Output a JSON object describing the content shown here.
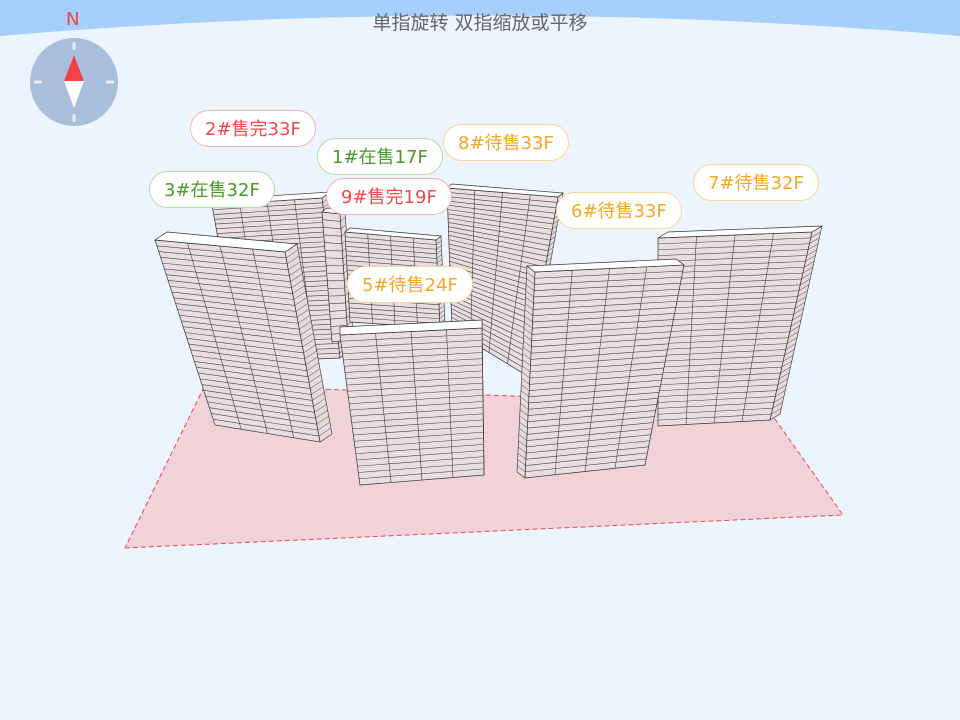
{
  "header": {
    "hint": "单指旋转 双指缩放或平移"
  },
  "compass": {
    "north_label": "N",
    "icon": "compass-icon"
  },
  "colors": {
    "sold": "#f04848",
    "on_sale": "#4a9a26",
    "pending": "#f5a623",
    "ground": "#f0d2d8",
    "banner": "#a6cffc"
  },
  "labels": [
    {
      "id": "2",
      "text": "2#售完33F",
      "status": "sold"
    },
    {
      "id": "1",
      "text": "1#在售17F",
      "status": "on_sale"
    },
    {
      "id": "3",
      "text": "3#在售32F",
      "status": "on_sale"
    },
    {
      "id": "9",
      "text": "9#售完19F",
      "status": "sold"
    },
    {
      "id": "8",
      "text": "8#待售33F",
      "status": "pending"
    },
    {
      "id": "6",
      "text": "6#待售33F",
      "status": "pending"
    },
    {
      "id": "7",
      "text": "7#待售32F",
      "status": "pending"
    },
    {
      "id": "5",
      "text": "5#待售24F",
      "status": "pending"
    }
  ]
}
